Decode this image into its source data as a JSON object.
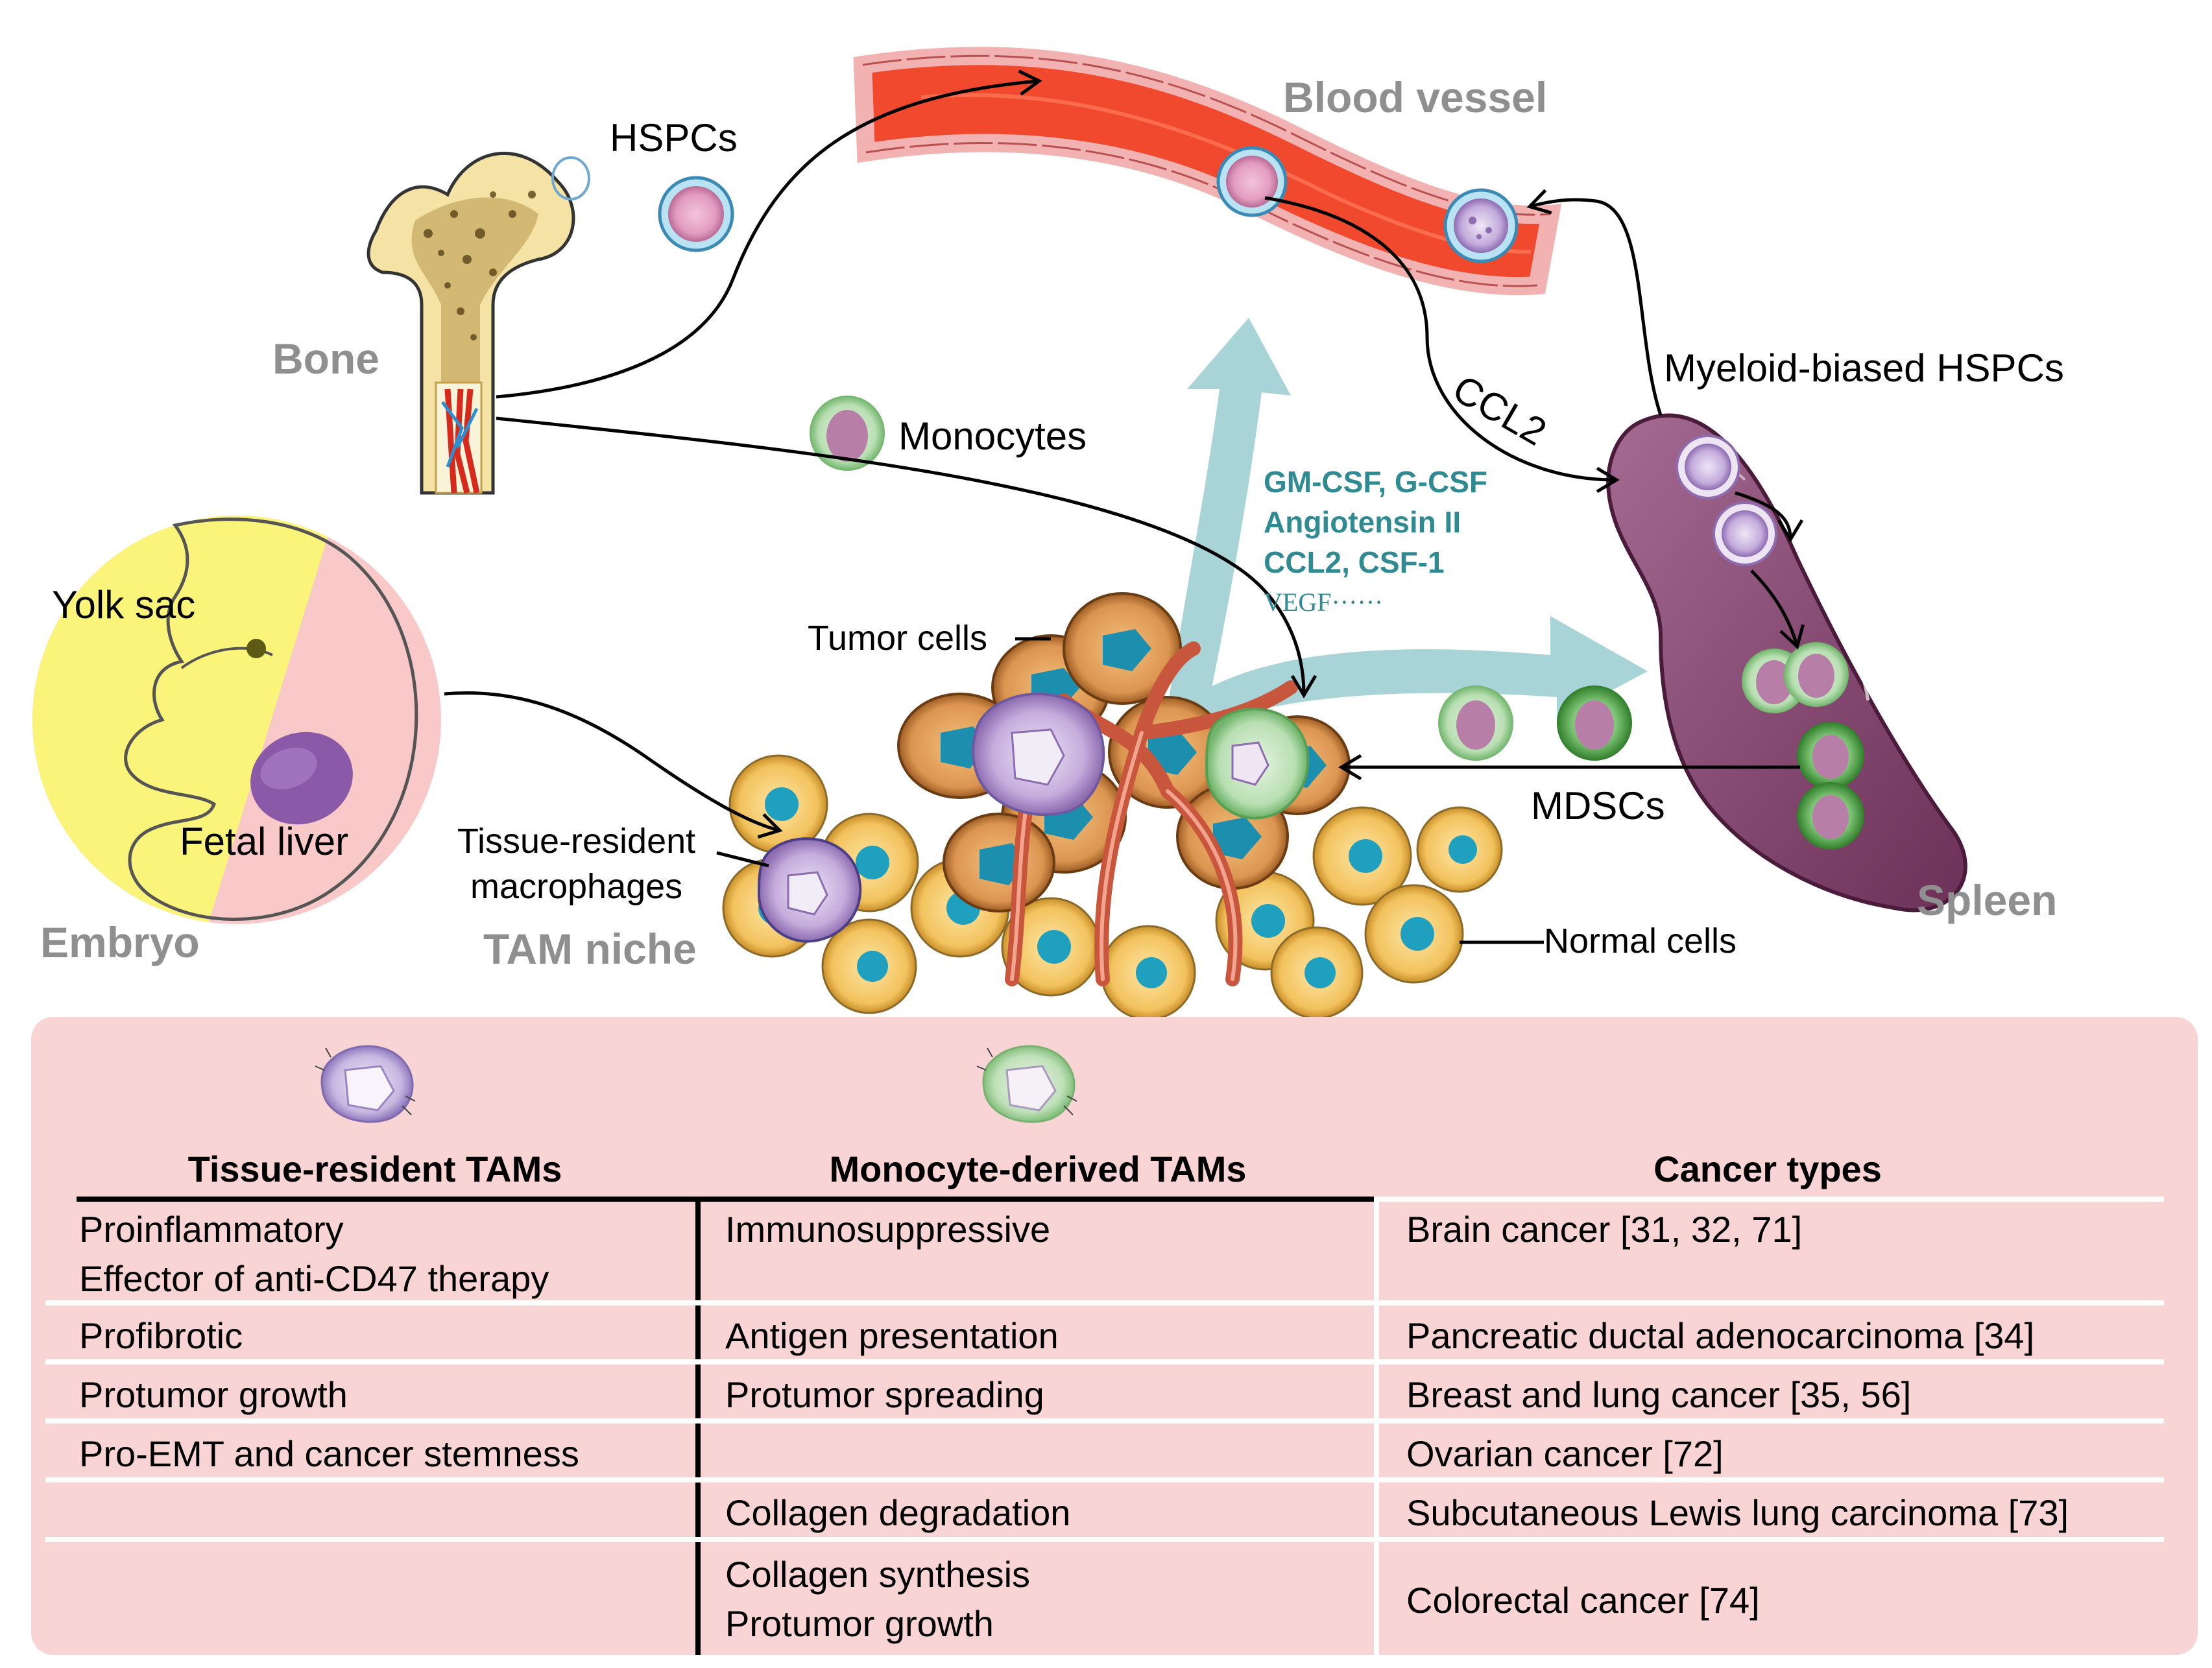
{
  "labels": {
    "blood_vessel": "Blood vessel",
    "hspcs": "HSPCs",
    "bone": "Bone",
    "ccl2": "CCL2",
    "myeloid_biased_hspcs": "Myeloid-biased HSPCs",
    "monocytes": "Monocytes",
    "yolk_sac": "Yolk sac",
    "fetal_liver": "Fetal liver",
    "embryo": "Embryo",
    "tumor_cells": "Tumor cells",
    "tissue_resident_macrophages_line1": "Tissue-resident",
    "tissue_resident_macrophages_line2": "macrophages",
    "tam_niche": "TAM niche",
    "normal_cells": "Normal cells",
    "mdscs": "MDSCs",
    "spleen": "Spleen"
  },
  "factors": {
    "line1": "GM-CSF, G-CSF",
    "line2": "Angiotensin II",
    "line3": "CCL2, CSF-1",
    "line4": "VEGF······"
  },
  "table": {
    "headers": [
      "Tissue-resident TAMs",
      "Monocyte-derived  TAMs",
      "Cancer types"
    ],
    "rows": [
      {
        "tissue": [
          "Proinflammatory",
          "Effector of anti-CD47 therapy"
        ],
        "monocyte": [
          "Immunosuppressive"
        ],
        "cancer": "Brain cancer  [31, 32, 71]"
      },
      {
        "tissue": [
          "Profibrotic"
        ],
        "monocyte": [
          "Antigen presentation"
        ],
        "cancer": "Pancreatic ductal adenocarcinoma [34]"
      },
      {
        "tissue": [
          "Protumor growth"
        ],
        "monocyte": [
          "Protumor spreading"
        ],
        "cancer": "Breast and lung cancer [35, 56]"
      },
      {
        "tissue": [
          "Pro-EMT and cancer stemness"
        ],
        "monocyte": [],
        "cancer": "Ovarian cancer [72]"
      },
      {
        "tissue": [],
        "monocyte": [
          "Collagen degradation"
        ],
        "cancer": "Subcutaneous Lewis lung carcinoma [73]"
      },
      {
        "tissue": [],
        "monocyte": [
          "Collagen  synthesis",
          "Protumor growth"
        ],
        "cancer": "Colorectal cancer [74]"
      }
    ]
  },
  "colors": {
    "vessel_red": "#f0492d",
    "bone_yellow": "#f4e3a4",
    "spleen_purple": "#8a4a74",
    "yolk_yellow": "#fbf47a",
    "embryo_pink": "#f9c8c8",
    "factor_teal": "#2f8a92",
    "arrow_teal": "#9fcfd3",
    "panel_pink": "#f9d4d4",
    "label_grey": "#8f8f8f"
  }
}
